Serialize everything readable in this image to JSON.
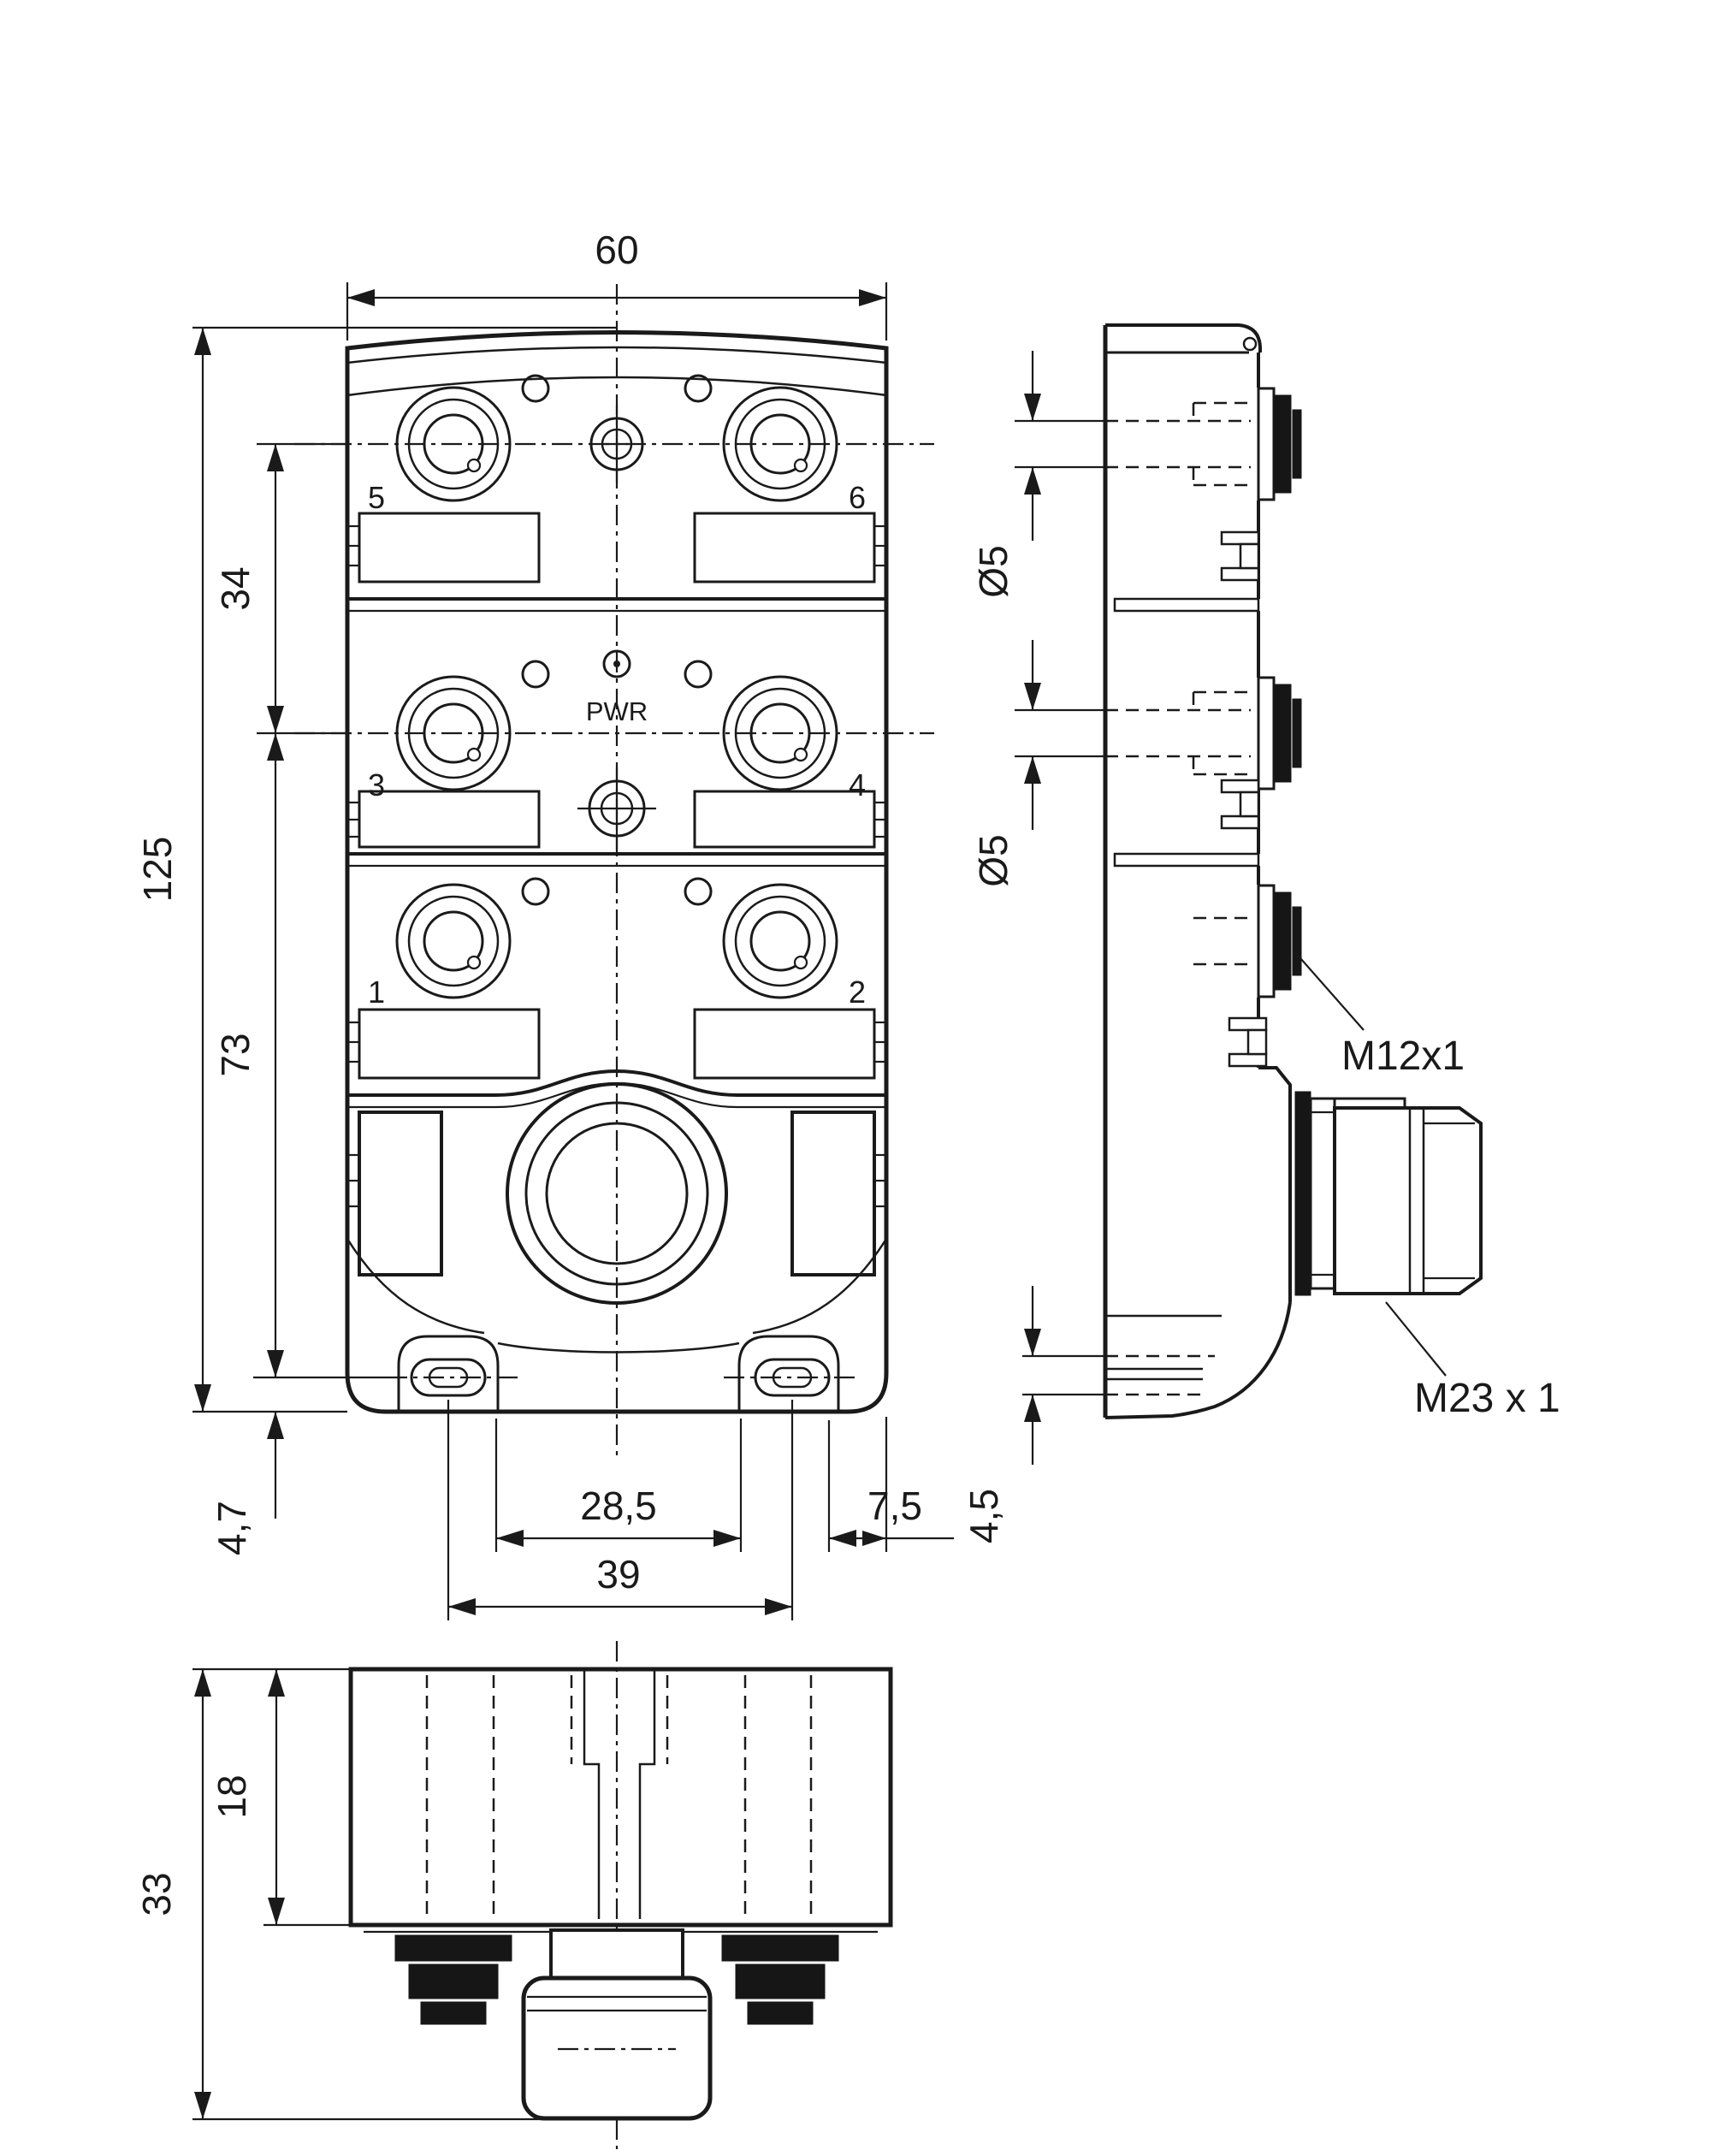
{
  "drawing": {
    "front_view": {
      "pwr_label": "PWR",
      "ports": [
        "5",
        "6",
        "3",
        "4",
        "1",
        "2"
      ],
      "dimensions": {
        "width": "60",
        "height": "125",
        "row_spacing": "34",
        "row_to_slot": "73",
        "slot_to_bottom": "4,7",
        "slot_inner_span": "28,5",
        "slot_to_edge": "7,5",
        "slot_centers_span": "39"
      }
    },
    "side_view": {
      "dimensions": {
        "led_hole_top": "Ø5",
        "led_hole_mid": "Ø5",
        "foot_slot": "4,5"
      },
      "labels": {
        "m12_thread": "M12x1",
        "m23_thread": "M23 x 1"
      }
    },
    "bottom_view": {
      "dimensions": {
        "body_depth": "18",
        "total_depth": "33"
      }
    }
  }
}
